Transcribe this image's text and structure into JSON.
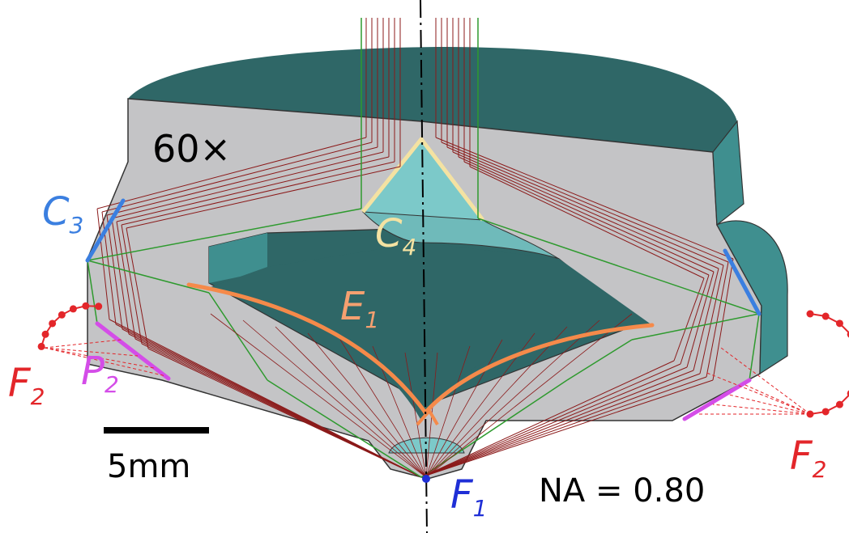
{
  "magnification": "60×",
  "scale_bar": {
    "label": "5mm"
  },
  "numerical_aperture": "NA = 0.80",
  "labels": {
    "C3": {
      "main": "C",
      "sub": "3"
    },
    "C4": {
      "main": "C",
      "sub": "4"
    },
    "E1": {
      "main": "E",
      "sub": "1"
    },
    "P2": {
      "main": "P",
      "sub": "2"
    },
    "F1": {
      "main": "F",
      "sub": "1"
    },
    "F2_left": {
      "main": "F",
      "sub": "2"
    },
    "F2_right": {
      "main": "F",
      "sub": "2"
    }
  },
  "colors": {
    "body_fill": "#c4c4c6",
    "teal_dark": "#2f6767",
    "teal_mid": "#3f8f8f",
    "teal_light": "#7cc9c9",
    "c3_blue": "#3b7fe0",
    "c4_cream": "#f4e2a2",
    "e1_orange": "#f58a4a",
    "p2_magenta": "#d44de8",
    "f_red": "#e3262a",
    "f1_blue": "#1f2fd6",
    "ray_dark_red": "#8b1a1a",
    "ray_green": "#2e9a2e",
    "axis_black": "#000000"
  }
}
